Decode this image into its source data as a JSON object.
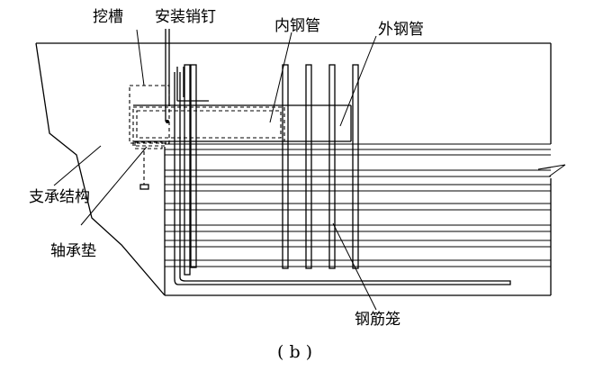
{
  "labels": {
    "groove": "挖槽",
    "pin": "安装销钉",
    "inner_pipe": "内钢管",
    "outer_pipe": "外钢管",
    "support": "支承结构",
    "bearing_pad": "轴承垫",
    "cage": "钢筋笼"
  },
  "caption": "( b )"
}
